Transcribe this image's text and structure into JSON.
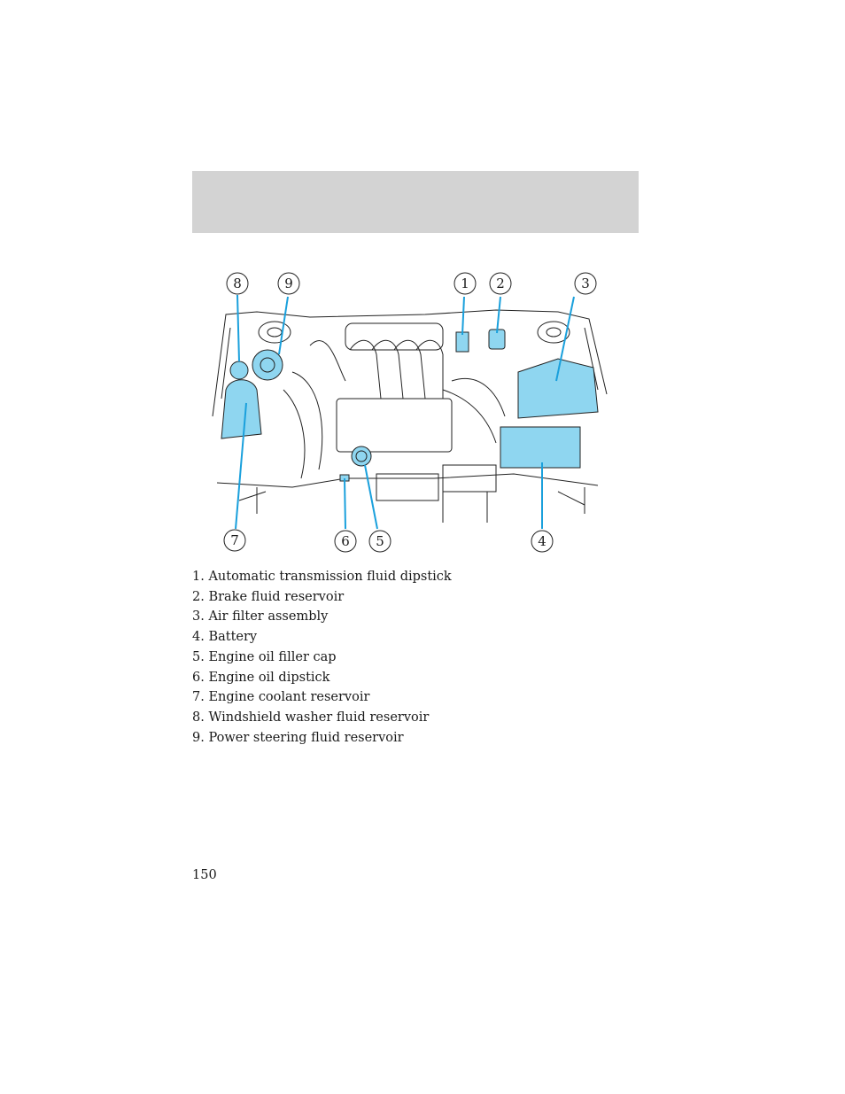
{
  "header": {
    "background": "#d3d3d3"
  },
  "diagram": {
    "highlight_color": "#8fd6f0",
    "leader_color": "#1aa0dc",
    "callouts": [
      "8",
      "9",
      "1",
      "2",
      "3",
      "7",
      "6",
      "5",
      "4"
    ]
  },
  "legend": [
    "1. Automatic transmission fluid dipstick",
    "2. Brake fluid reservoir",
    "3. Air filter assembly",
    "4. Battery",
    "5. Engine oil filler cap",
    "6. Engine oil dipstick",
    "7. Engine coolant reservoir",
    "8. Windshield washer fluid reservoir",
    "9. Power steering fluid reservoir"
  ],
  "page_number": "150"
}
